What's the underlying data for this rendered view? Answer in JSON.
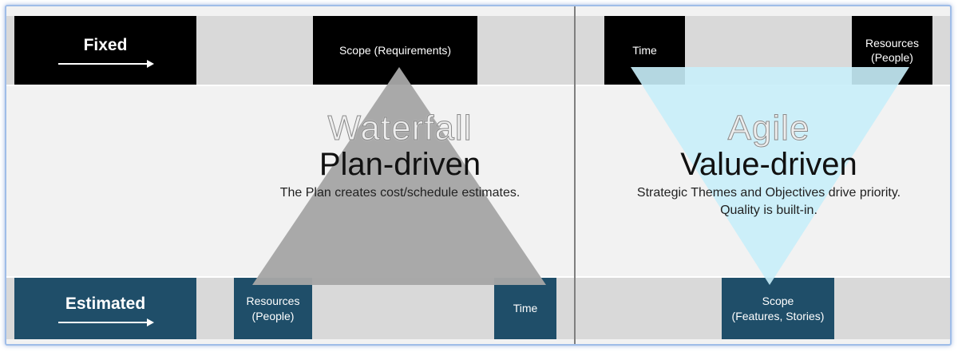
{
  "rows": {
    "fixed": "Fixed",
    "estimated": "Estimated"
  },
  "waterfall": {
    "title": "Waterfall",
    "subtitle": "Plan-driven",
    "description": "The Plan creates cost/schedule estimates.",
    "fixed_top": "Scope (Requirements)",
    "estimated_left": [
      "Resources",
      "(People)"
    ],
    "estimated_right": "Time"
  },
  "agile": {
    "title": "Agile",
    "subtitle": "Value-driven",
    "description": [
      "Strategic Themes and Objectives drive priority.",
      "Quality is built-in."
    ],
    "fixed_left": "Time",
    "fixed_right": [
      "Resources",
      "(People)"
    ],
    "estimated_bottom": [
      "Scope",
      "(Features, Stories)"
    ]
  },
  "colors": {
    "fixed_box": "#000000",
    "estimated_box": "#1f4e69",
    "waterfall_triangle": "#a6a6a6",
    "agile_triangle": "#c8eefa"
  }
}
